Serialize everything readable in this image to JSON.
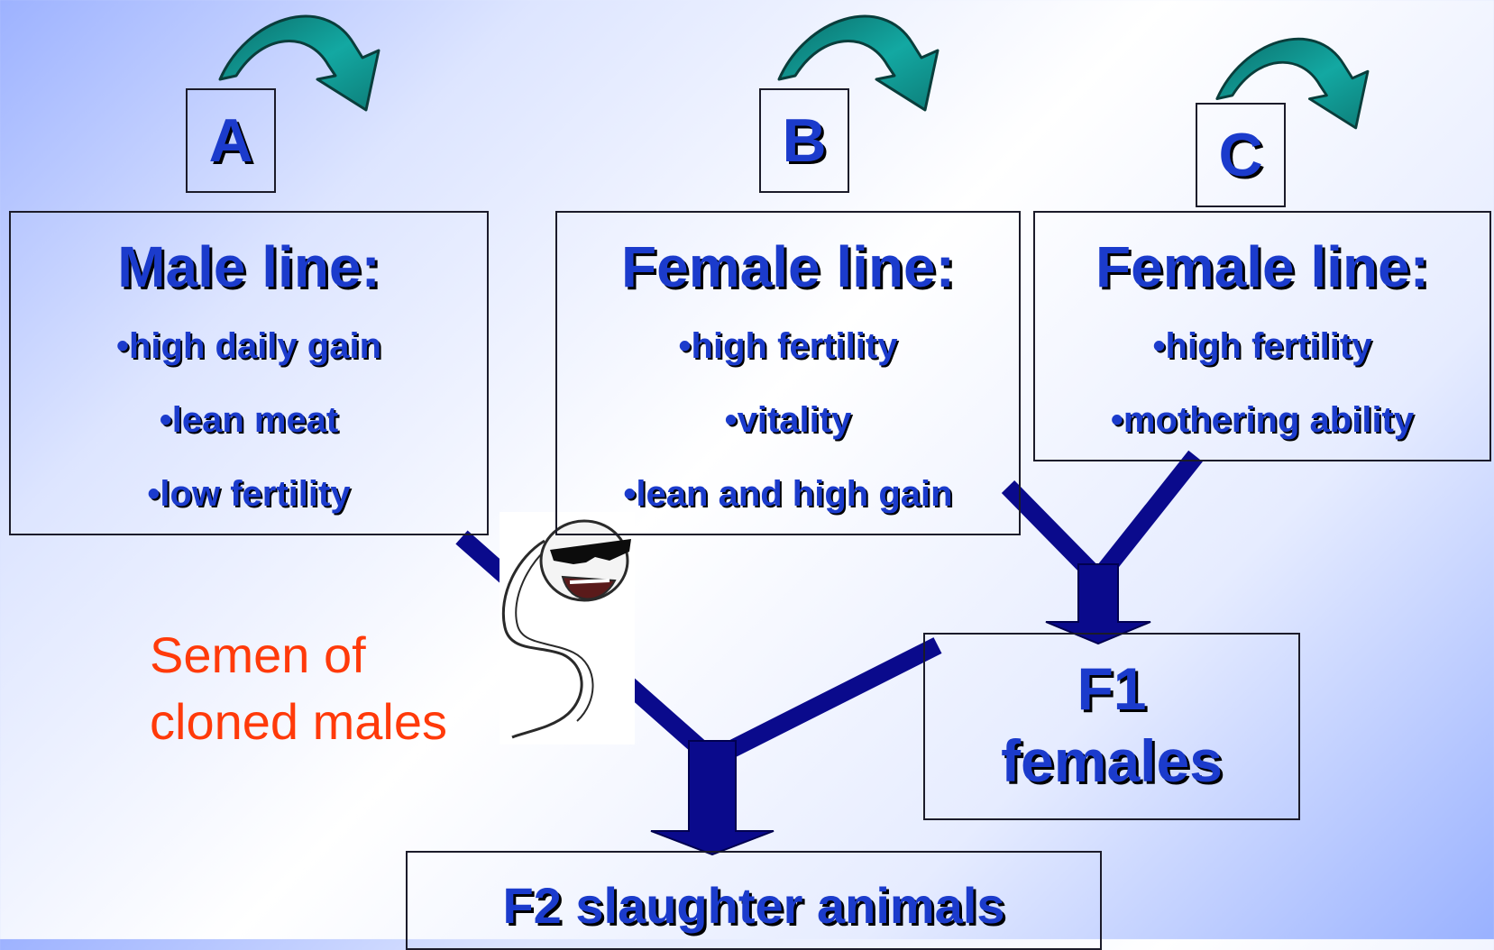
{
  "letters": {
    "a": "A",
    "b": "B",
    "c": "C"
  },
  "male_line": {
    "title": "Male line:",
    "traits": [
      "•high daily gain",
      "•lean meat",
      "•low fertility"
    ]
  },
  "female_line_b": {
    "title": "Female line:",
    "traits": [
      "•high fertility",
      "•vitality",
      "•lean and high gain"
    ]
  },
  "female_line_c": {
    "title": "Female line:",
    "traits": [
      "•high fertility",
      "•mothering ability"
    ]
  },
  "f1": {
    "line1": "F1",
    "line2": "females"
  },
  "f2": {
    "label": "F2 slaughter animals"
  },
  "semen": {
    "label": "Semen of\ncloned males"
  },
  "colors": {
    "box_text": "#1b3bcc",
    "connector": "#0a0a8c",
    "loop_arrow": "#0e9a96",
    "semen_text": "#ff3a0a"
  },
  "icons": {
    "loop_arrow": "curved-loop-arrow-icon",
    "sperm_mascot": "sperm-with-sunglasses-icon"
  }
}
